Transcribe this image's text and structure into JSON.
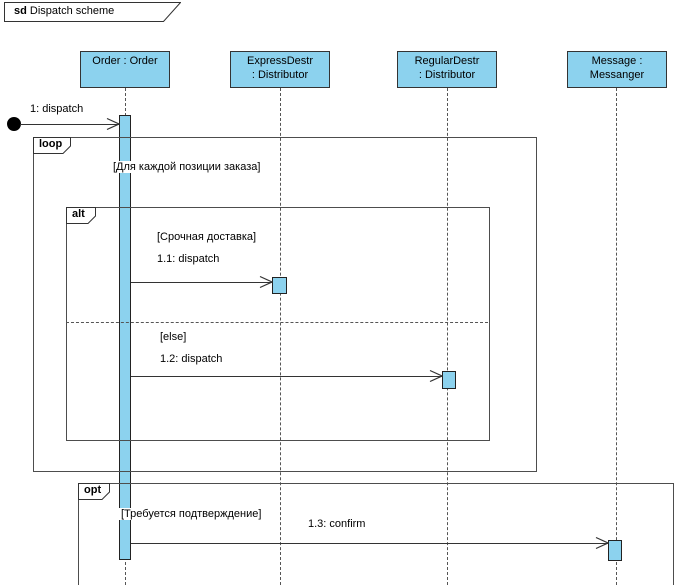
{
  "frame_title": {
    "keyword": "sd",
    "name": "Dispatch scheme"
  },
  "lifelines": [
    {
      "id": "order",
      "line1": "Order : Order",
      "line2": ""
    },
    {
      "id": "express",
      "line1": "ExpressDestr",
      "line2": ": Distributor"
    },
    {
      "id": "regular",
      "line1": "RegularDestr",
      "line2": ": Distributor"
    },
    {
      "id": "message",
      "line1": "Message :",
      "line2": "Messanger"
    }
  ],
  "fragments": {
    "loop": {
      "operator": "loop",
      "guard": "[Для каждой позиции заказа]"
    },
    "alt": {
      "operator": "alt",
      "guard_urgent": "[Срочная доставка]",
      "guard_else": "[else]"
    },
    "opt": {
      "operator": "opt",
      "guard": "[Требуется подтверждение]"
    }
  },
  "messages": [
    {
      "label": "1: dispatch",
      "from": "found",
      "to": "Order : Order"
    },
    {
      "label": "1.1: dispatch",
      "from": "Order : Order",
      "to": "ExpressDestr : Distributor"
    },
    {
      "label": "1.2: dispatch",
      "from": "Order : Order",
      "to": "RegularDestr : Distributor"
    },
    {
      "label": "1.3: confirm",
      "from": "Order : Order",
      "to": "Message : Messanger"
    }
  ],
  "colors": {
    "shape_fill": "#8CD2EE",
    "shape_border": "#333333",
    "frame_border": "#4d4d4d",
    "message_line": "#333333",
    "found_marker": "#000000"
  }
}
